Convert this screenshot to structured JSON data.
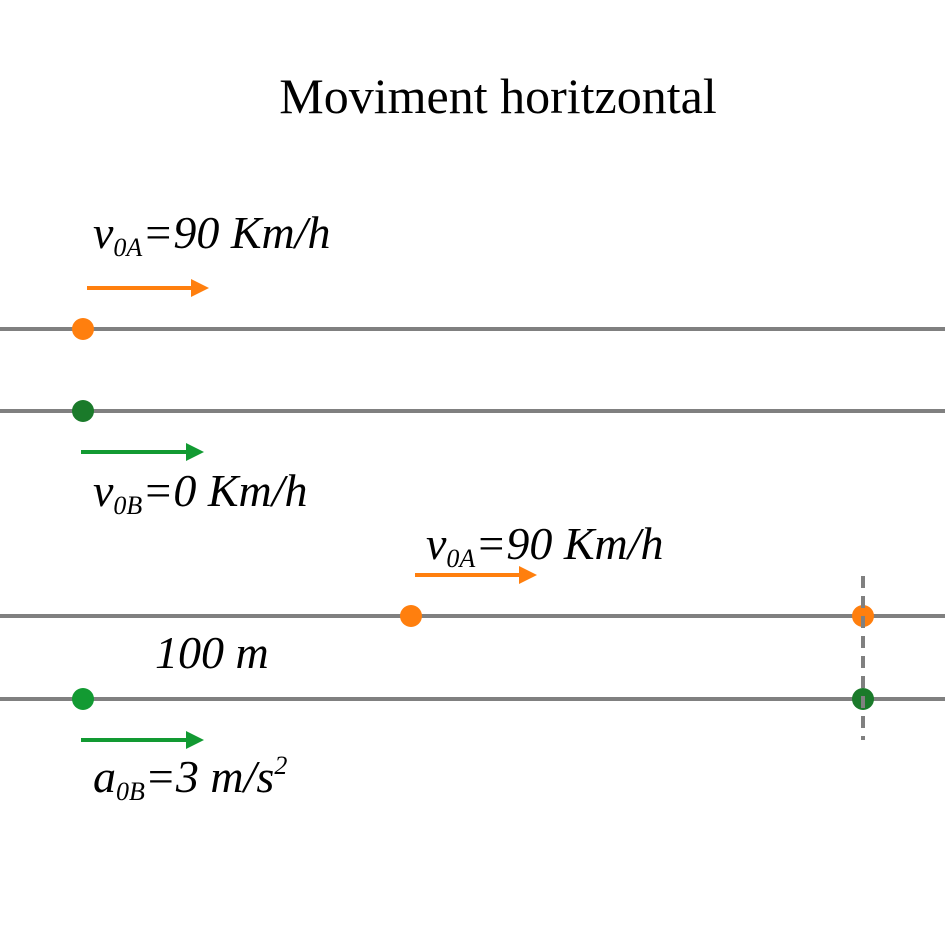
{
  "title": "Moviment horitzontal",
  "colors": {
    "track": "#808080",
    "car_a": "#ff7f0e",
    "car_b_dark": "#1a7a2a",
    "car_b": "#129a32",
    "arrow_b": "#129a32",
    "dashed": "#808080"
  },
  "scene1": {
    "label_a": {
      "base": "v",
      "sub": "0A",
      "rest": "=90 Km/h"
    },
    "label_b": {
      "base": "v",
      "sub": "0B",
      "rest": "=0 Km/h"
    }
  },
  "scene2": {
    "label_a": {
      "base": "v",
      "sub": "0A",
      "rest": "=90 Km/h"
    },
    "distance": "100 m",
    "label_b": {
      "base": "a",
      "sub": "0B",
      "rest": "=3 m/s",
      "sup": "2"
    }
  }
}
